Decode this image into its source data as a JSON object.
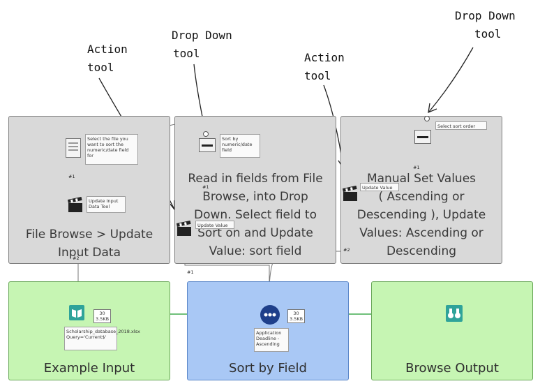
{
  "annotations": {
    "drop_down_1": [
      "Drop Down",
      "tool"
    ],
    "action_1": [
      "Action",
      "tool"
    ],
    "action_2": [
      "Action",
      "tool"
    ],
    "drop_down_2": [
      "Drop Down",
      "tool"
    ]
  },
  "panels": {
    "p1": {
      "text": [
        "File Browse > Update",
        "Input Data"
      ]
    },
    "p2": {
      "text": [
        "Read in fields from File",
        "Browse, into Drop",
        "Down. Select field to",
        "Sort on and Update",
        "Value: sort field"
      ]
    },
    "p3": {
      "text": [
        "Manual Set Values",
        "( Ascending or",
        "Descending ), Update",
        "Values: Ascending or",
        "Descending"
      ]
    },
    "g1": {
      "title": "Example Input"
    },
    "b1": {
      "title": "Sort by Field"
    },
    "g2": {
      "title": "Browse Output"
    }
  },
  "notes": {
    "file_browse": "Select the file you want to sort the numeric/date field for",
    "update_input": "Update Input Data Tool",
    "sort_by": "Sort by numeric/date field",
    "update_value_1": "Update Value",
    "update_value_2": "Update Value",
    "select_sort": "Select sort order",
    "input_file": "Scholarship_database_2018.xlsx Query='Current$'",
    "sort_tool": "Application Deadline - Ascending"
  },
  "badges": {
    "in_records": [
      "30",
      "3.5KB"
    ],
    "sort_records": [
      "30",
      "3.5KB"
    ]
  },
  "connector_labels": {
    "c1": "#1",
    "c2": "#1",
    "c3": "#2",
    "c4": "#1",
    "c5": "#2",
    "c6": "#1"
  }
}
